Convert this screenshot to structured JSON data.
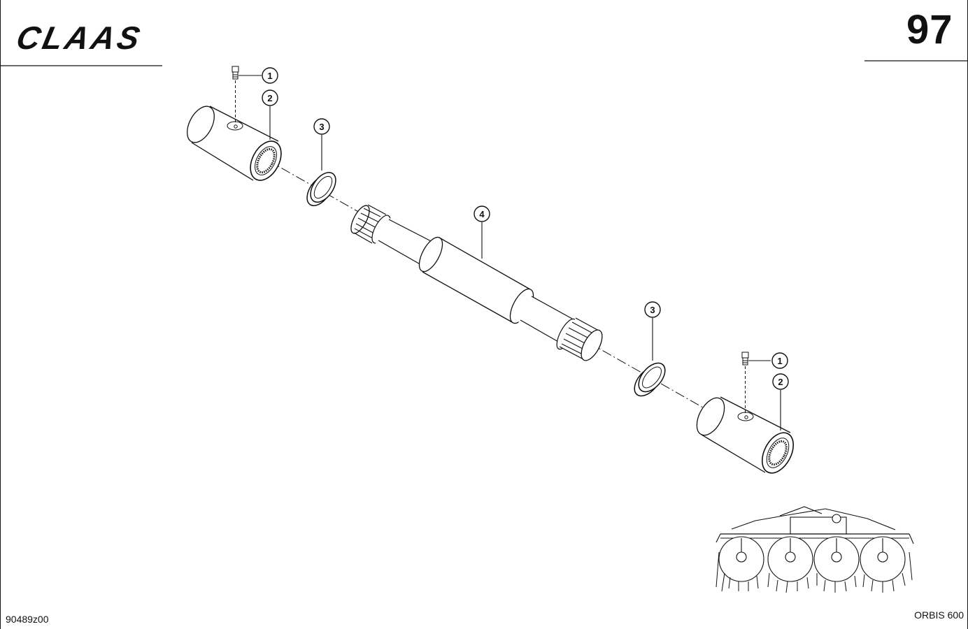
{
  "brand": {
    "logo_text": "CLAAS"
  },
  "page_number": "97",
  "drawing_number": "90489z00",
  "model": "ORBIS 600",
  "callouts": [
    {
      "ref": "1",
      "part": "grease-nipple"
    },
    {
      "ref": "2",
      "part": "coupling-sleeve"
    },
    {
      "ref": "3",
      "part": "ring"
    },
    {
      "ref": "4",
      "part": "drive-shaft"
    },
    {
      "ref": "3",
      "part": "ring"
    },
    {
      "ref": "1",
      "part": "grease-nipple"
    },
    {
      "ref": "2",
      "part": "coupling-sleeve"
    }
  ],
  "colors": {
    "line": "#111111",
    "paper": "#ffffff"
  }
}
